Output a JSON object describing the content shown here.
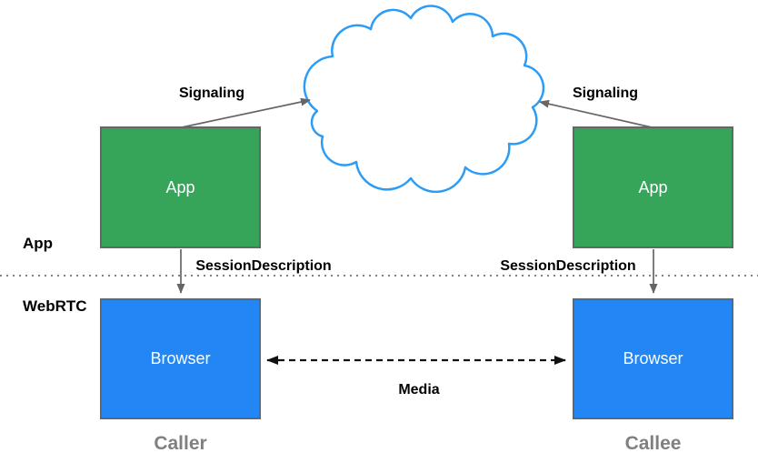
{
  "colors": {
    "green": "#37a559",
    "blue": "#2287f5",
    "cloud_stroke": "#2d9cf5",
    "border": "#666666",
    "arrow_gray": "#666666",
    "arrow_black": "#111111",
    "divider": "#828282",
    "role_label": "#808080"
  },
  "lanes": {
    "app": "App",
    "webrtc": "WebRTC"
  },
  "caller": {
    "app_box": "App",
    "browser_box": "Browser",
    "role": "Caller",
    "signaling": "Signaling",
    "session_description": "SessionDescription"
  },
  "callee": {
    "app_box": "App",
    "browser_box": "Browser",
    "role": "Callee",
    "signaling": "Signaling",
    "session_description": "SessionDescription"
  },
  "media": {
    "label": "Media"
  }
}
